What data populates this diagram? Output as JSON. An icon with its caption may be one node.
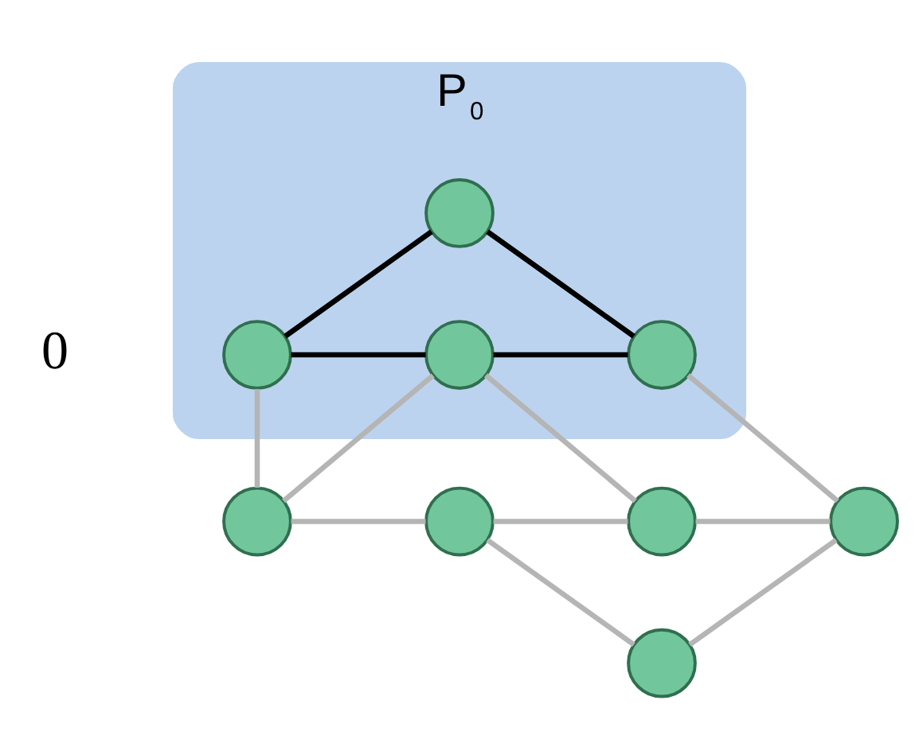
{
  "diagram": {
    "nodes": [
      {
        "text": [
          "P$_{0}$"
        ]
      },
      {
        "text": [],
        "shape": "circle",
        "in": 0
      },
      {
        "text": [],
        "shape": "circle",
        "in": 0
      },
      {
        "text": [],
        "shape": "circle",
        "in": 0
      },
      {
        "text": [],
        "shape": "circle",
        "in": 0
      },
      {
        "text": [],
        "shape": "circle"
      },
      {
        "text": [],
        "shape": "circle"
      },
      {
        "text": [],
        "shape": "circle"
      },
      {
        "text": [],
        "shape": "circle"
      },
      {
        "text": [],
        "shape": "circle"
      }
    ],
    "edges": [
      {
        "from": 1,
        "to": 2,
        "arrow": "none",
        "color": "#000000"
      },
      {
        "from": 1,
        "to": 3,
        "arrow": "none",
        "color": "#000000"
      },
      {
        "from": 3,
        "to": 4,
        "arrow": "none",
        "color": "#000000"
      },
      {
        "from": 2,
        "to": 4,
        "arrow": "none",
        "color": "#000000"
      },
      {
        "from": 1,
        "to": 5,
        "arrow": "none"
      },
      {
        "from": 5,
        "to": 2,
        "arrow": "none"
      },
      {
        "from": 5,
        "to": 6,
        "arrow": "none"
      },
      {
        "from": 2,
        "to": 7,
        "arrow": "none"
      },
      {
        "from": 6,
        "to": 7,
        "arrow": "none"
      },
      {
        "from": 6,
        "to": 8,
        "arrow": "none"
      },
      {
        "from": 7,
        "to": 9,
        "arrow": "none"
      },
      {
        "from": 8,
        "to": 9,
        "arrow": "none"
      },
      {
        "from": 4,
        "to": 9,
        "arrow": "none"
      }
    ],
    "labels": [
      "0"
    ]
  }
}
